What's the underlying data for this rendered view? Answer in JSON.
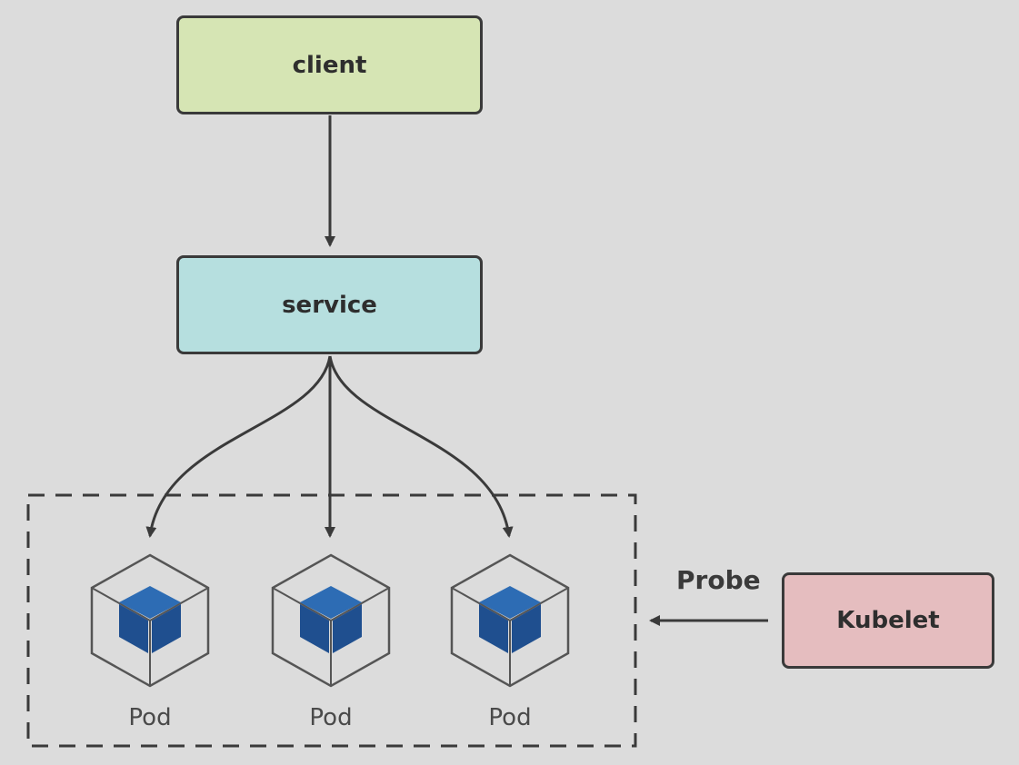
{
  "nodes": {
    "client": {
      "label": "client",
      "fill": "#d6e5b4"
    },
    "service": {
      "label": "service",
      "fill": "#b6dfdf"
    },
    "kubelet": {
      "label": "Kubelet",
      "fill": "#e5bdbf"
    }
  },
  "pods": [
    {
      "label": "Pod"
    },
    {
      "label": "Pod"
    },
    {
      "label": "Pod"
    }
  ],
  "edges": {
    "probe_label": "Probe"
  },
  "colors": {
    "background": "#dcdcdc",
    "stroke": "#3a3a3a",
    "cube_dark": "#1f4f8f",
    "cube_light": "#2d6cb4",
    "cube_outline": "#555555"
  }
}
